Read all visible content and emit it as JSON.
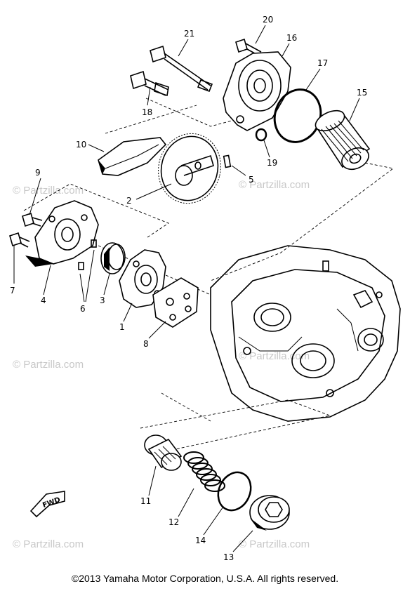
{
  "watermarks": [
    "© Partzilla.com",
    "© Partzilla.com",
    "© Partzilla.com",
    "© Partzilla.com",
    "© Partzilla.com",
    "© Partzilla.com"
  ],
  "callouts": [
    "20",
    "21",
    "16",
    "17",
    "18",
    "15",
    "10",
    "9",
    "19",
    "5",
    "2",
    "7",
    "4",
    "6",
    "3",
    "1",
    "8",
    "11",
    "12",
    "14",
    "13"
  ],
  "fwd_label": "FWD",
  "copyright": "©2013  Yamaha Motor Corporation, U.S.A. All rights reserved."
}
